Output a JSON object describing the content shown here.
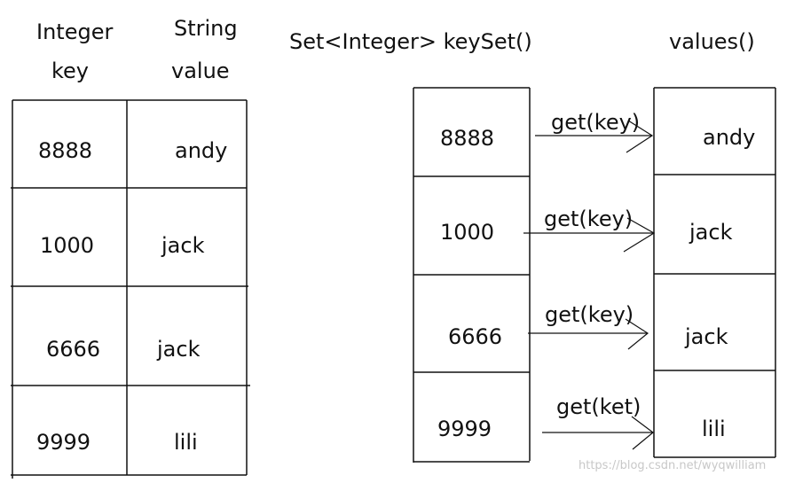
{
  "left_table": {
    "header_key_line1": "Integer",
    "header_key_line2": "key",
    "header_value_line1": "String",
    "header_value_line2": "value",
    "rows": [
      {
        "key": "8888",
        "value": "andy"
      },
      {
        "key": "1000",
        "value": "jack"
      },
      {
        "key": "6666",
        "value": "jack"
      },
      {
        "key": "9999",
        "value": "lili"
      }
    ]
  },
  "right_diagram": {
    "keyset_title": "Set<Integer> keySet()",
    "values_title": "values()",
    "keys": [
      "8888",
      "1000",
      "6666",
      "9999"
    ],
    "values": [
      "andy",
      "jack",
      "jack",
      "lili"
    ],
    "arrow_labels": [
      "get(key)",
      "get(key)",
      "get(key)",
      "get(ket)"
    ]
  },
  "watermark": "https://blog.csdn.net/wyqwilliam"
}
